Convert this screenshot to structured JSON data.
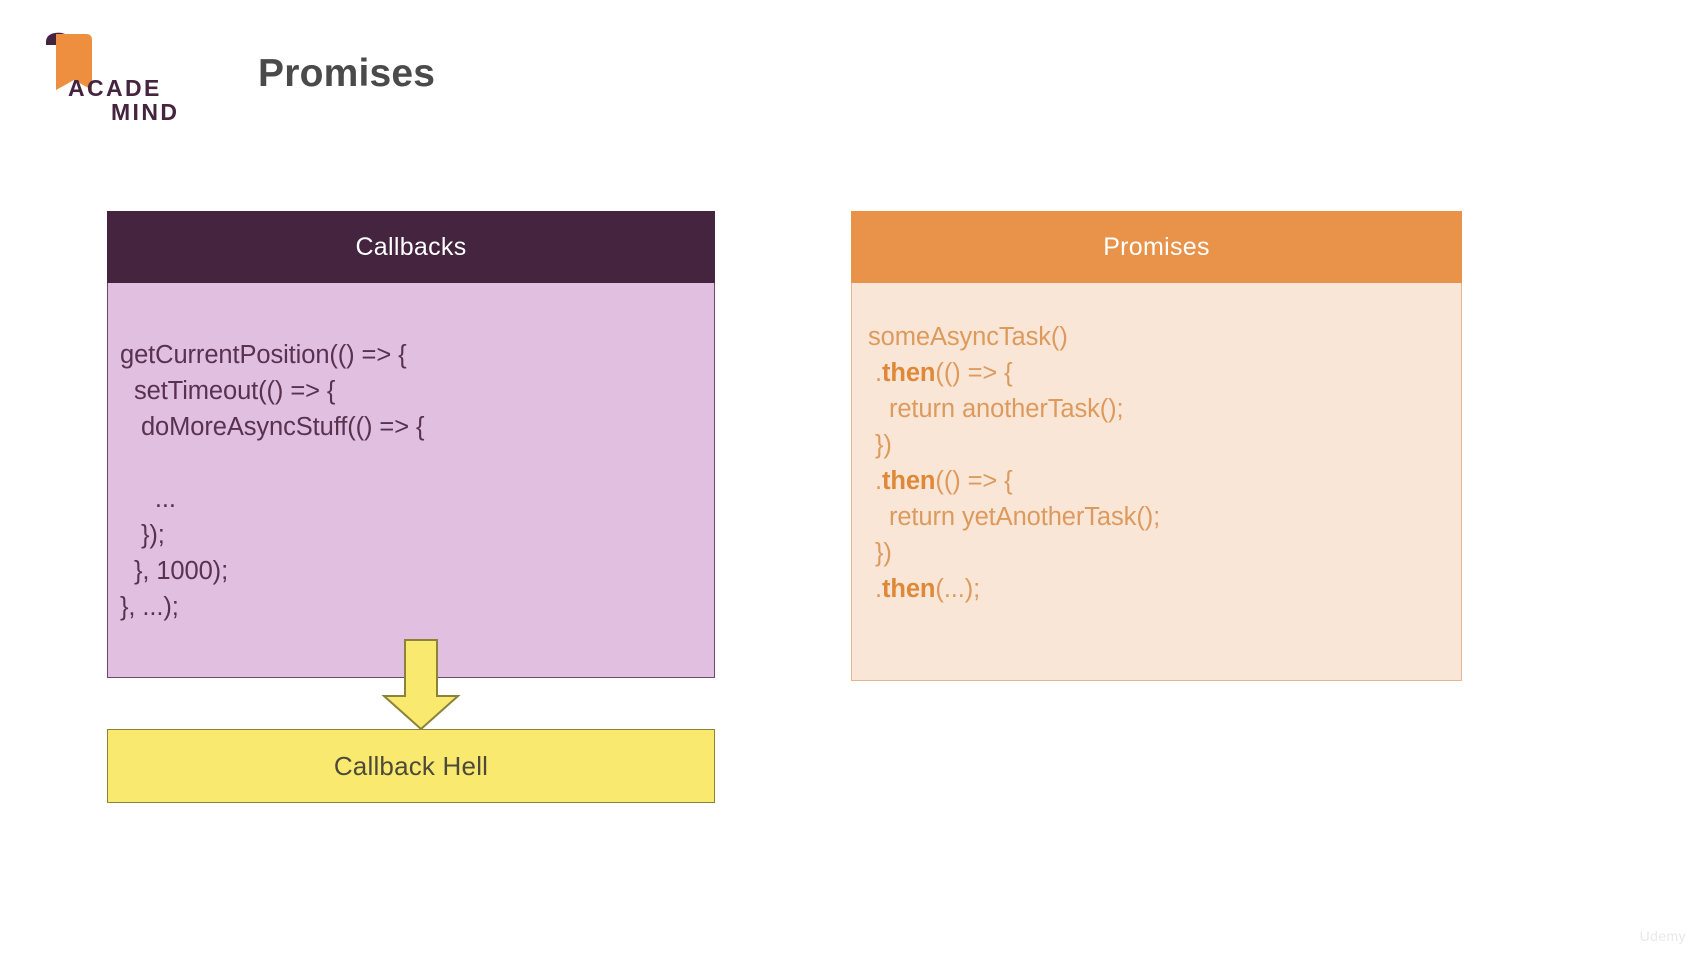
{
  "header": {
    "title": "Promises",
    "logo": {
      "name": "academind-logo",
      "line1": "ACADE",
      "line2": "MIND",
      "ribbon_color": "#ee8e3f",
      "text_color": "#452440"
    }
  },
  "cards": [
    {
      "id": "callbacks",
      "title": "Callbacks",
      "header_bg": "#452440",
      "header_fg": "#ffffff",
      "body_bg": "#e1bfe0",
      "body_fg": "#58324f",
      "code": [
        {
          "text": "getCurrentPosition(() => {"
        },
        {
          "text": "  setTimeout(() => {"
        },
        {
          "text": "   doMoreAsyncStuff(() => {"
        },
        {
          "text": ""
        },
        {
          "text": "     ..."
        },
        {
          "text": "   });"
        },
        {
          "text": "  }, 1000);"
        },
        {
          "text": "}, ...);"
        }
      ]
    },
    {
      "id": "promises",
      "title": "Promises",
      "header_bg": "#e8924a",
      "header_fg": "#ffffff",
      "body_bg": "#fae6d7",
      "body_fg": "#dd9a5d",
      "keyword_fg": "#de8838",
      "code": [
        {
          "text": "someAsyncTask()"
        },
        {
          "prefix": " .",
          "keyword": "then",
          "suffix": "(() => {"
        },
        {
          "text": "   return anotherTask();"
        },
        {
          "text": " })"
        },
        {
          "prefix": " .",
          "keyword": "then",
          "suffix": "(() => {"
        },
        {
          "text": "   return yetAnotherTask();"
        },
        {
          "text": " })"
        },
        {
          "prefix": " .",
          "keyword": "then",
          "suffix": "(...);"
        }
      ]
    }
  ],
  "callout": {
    "arrow_name": "down-arrow",
    "arrow_fill": "#fae96f",
    "arrow_stroke": "#8a8338",
    "label": "Callback Hell",
    "box_bg": "#fae96f",
    "box_border": "#8a8338",
    "label_color": "#4d4a3c"
  },
  "watermark": {
    "text": "Udemy"
  }
}
